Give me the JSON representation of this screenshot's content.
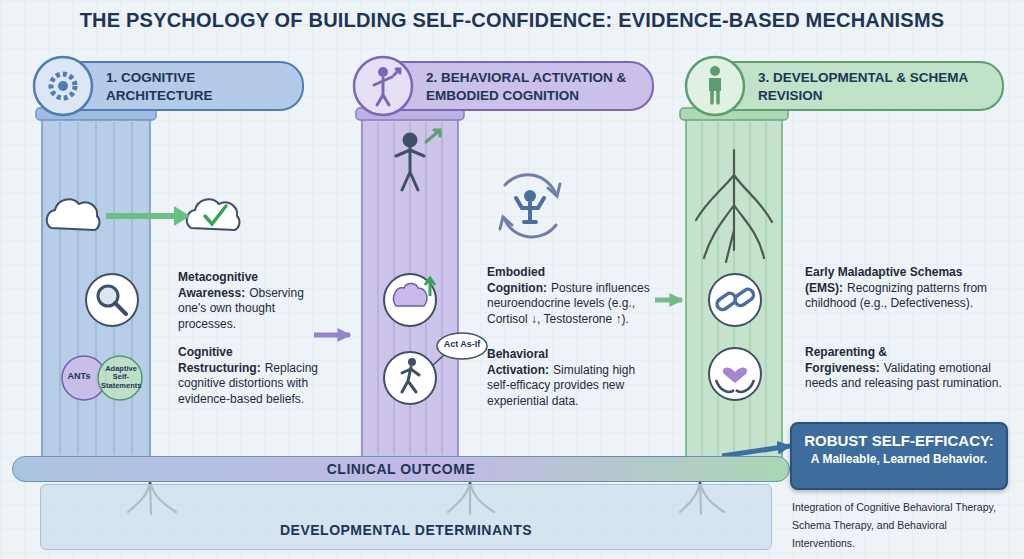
{
  "diagram": {
    "title": "THE PSYCHOLOGY OF BUILDING SELF-CONFIDENCE: EVIDENCE-BASED MECHANISMS",
    "caption": "Integration of Cognitive Behavioral Therapy, Schema Therapy, and Behavioral Interventions.",
    "nodes": [
      {
        "text": [
          "1. COGNITIVE ARCHITECTURE"
        ]
      },
      {
        "text": [
          "Metacognitive Awareness:",
          "Observing one's own thought processes."
        ],
        "in": 0
      },
      {
        "text": [
          "Cognitive Restructuring:",
          "Replacing cognitive distortions with evidence-based beliefs."
        ],
        "in": 0
      },
      {
        "text": [
          "2. BEHAVIORAL ACTIVATION & EMBODIED COGNITION"
        ]
      },
      {
        "text": [
          "Embodied Cognition:",
          "Posture influences neuroendocrine levels (e.g., Cortisol ↓, Testosterone ↑)."
        ],
        "in": 3
      },
      {
        "text": [
          "Behavioral Activation:",
          "Simulating high self-efficacy provides new experiential data."
        ],
        "in": 3
      },
      {
        "text": [
          "3. DEVELOPMENTAL & SCHEMA REVISION"
        ]
      },
      {
        "text": [
          "Early Maladaptive Schemas (EMS):",
          "Recognizing patterns from childhood (e.g., Defectiveness)."
        ],
        "in": 6
      },
      {
        "text": [
          "Reparenting & Forgiveness:",
          "Validating emotional needs and releasing past rumination."
        ],
        "in": 6
      },
      {
        "text": [
          "CLINICAL OUTCOME"
        ]
      },
      {
        "text": [
          "ROBUST SELF-EFFICACY:",
          "A Malleable, Learned Behavior."
        ]
      },
      {
        "text": [
          "DEVELOPMENTAL DETERMINANTS"
        ]
      }
    ],
    "edges": [
      {
        "from": 0,
        "to": 3,
        "arrow": "to"
      },
      {
        "from": 3,
        "to": 6,
        "arrow": "to"
      },
      {
        "from": 9,
        "to": 10,
        "arrow": "to"
      }
    ],
    "labels": [
      "ANTs",
      "Adaptive Self-Statements",
      "Act As-If"
    ]
  }
}
